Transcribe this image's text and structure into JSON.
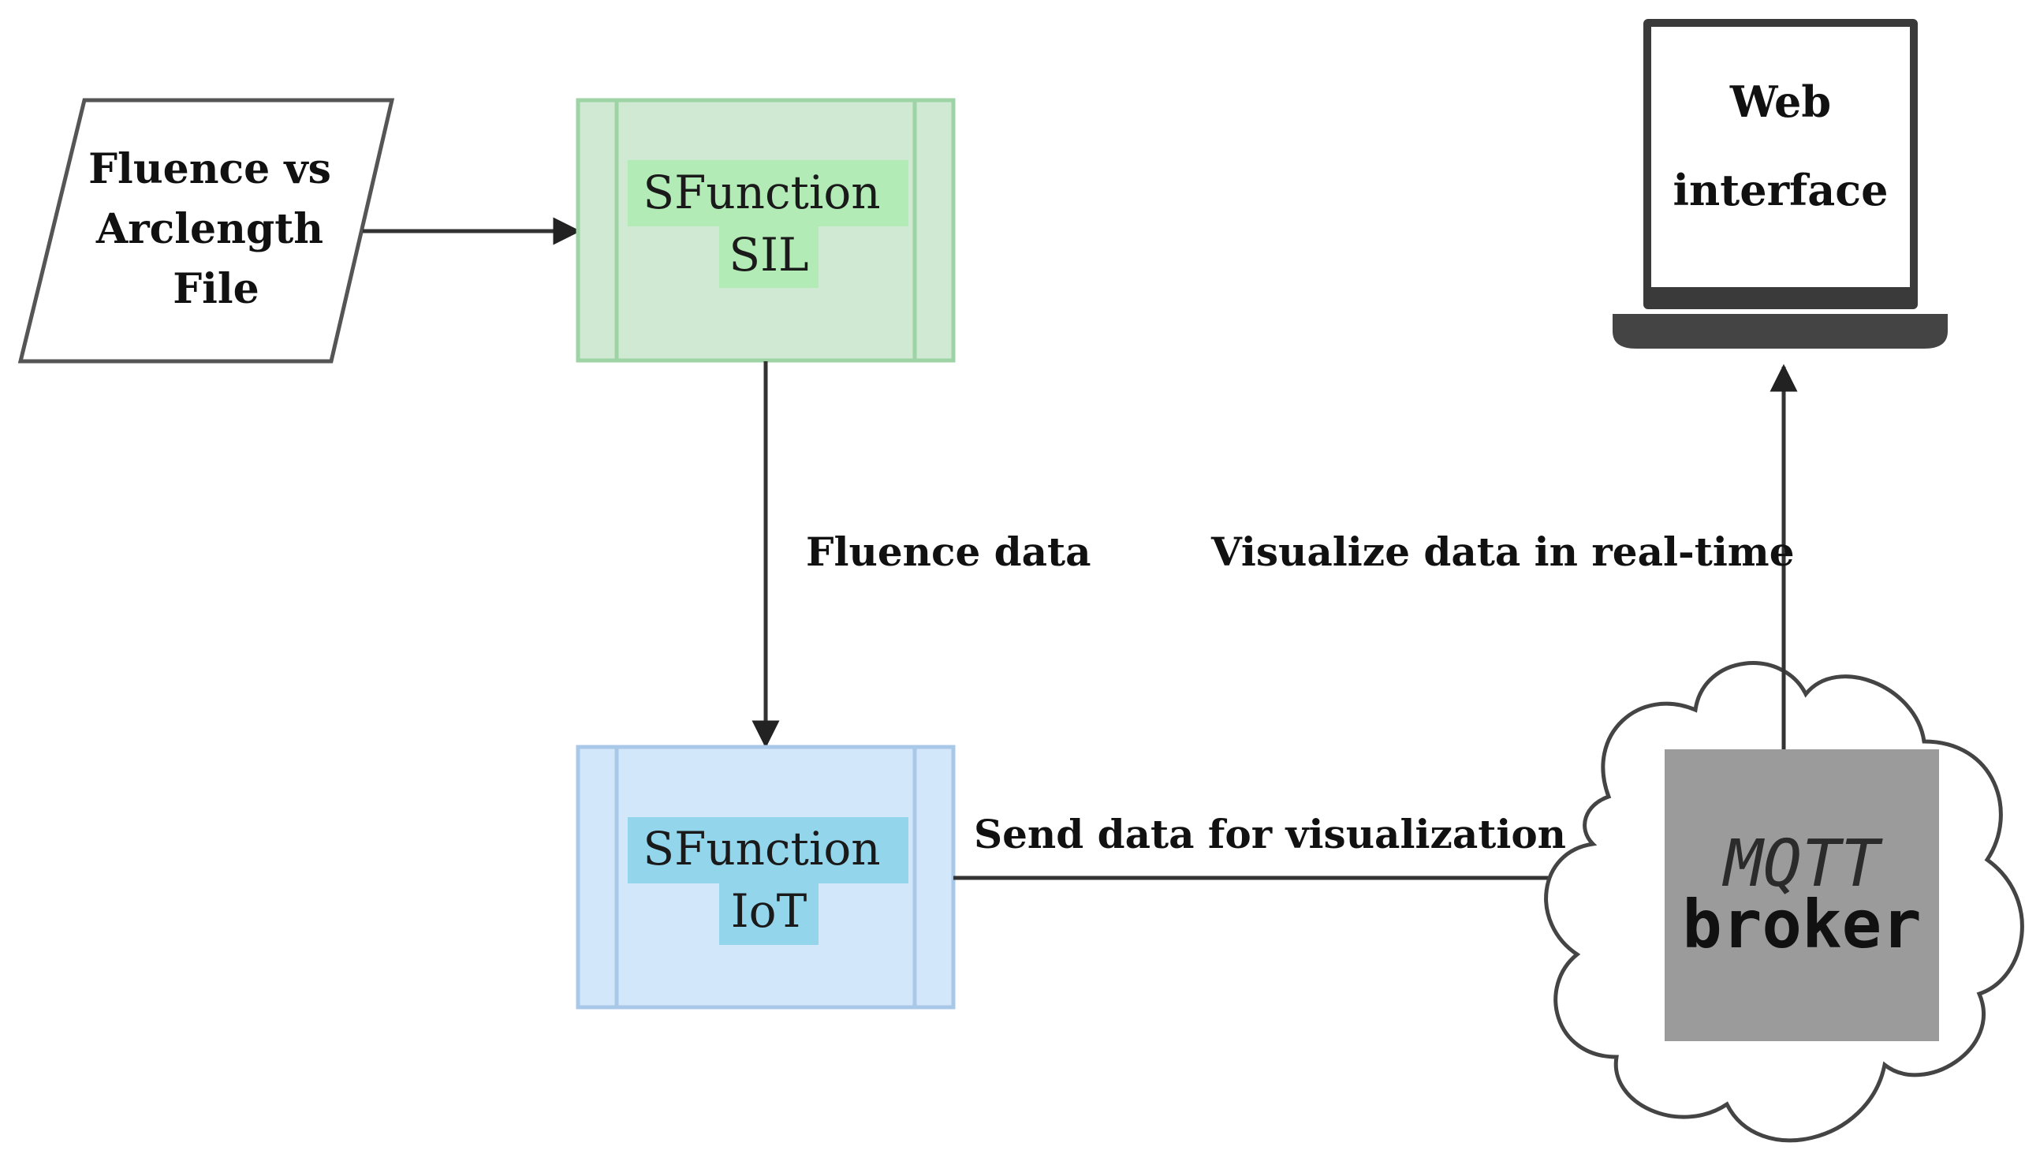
{
  "nodes": {
    "input_file": {
      "lines": [
        "Fluence vs",
        "Arclength",
        "File"
      ]
    },
    "sfunction_sil": {
      "lines": [
        "SFunction",
        "SIL"
      ]
    },
    "sfunction_iot": {
      "lines": [
        "SFunction",
        "IoT"
      ]
    },
    "mqtt_broker": {
      "line1": "MQTT",
      "line2": "broker"
    },
    "web_interface": {
      "lines": [
        "Web",
        "interface"
      ]
    }
  },
  "edges": {
    "sil_to_iot": "Fluence data",
    "iot_to_broker": "Send data for visualization",
    "broker_to_web": "Visualize data in real-time"
  },
  "colors": {
    "sil_fill": "#cfe9d3",
    "sil_border": "#9dd3a5",
    "sil_label_bg": "#b3ebb6",
    "iot_fill": "#d3e7fb",
    "iot_border": "#a9c8e8",
    "iot_label_bg": "#93d6ec",
    "broker_fill": "#9b9b9b",
    "edge": "#333333",
    "outline": "#444444"
  }
}
